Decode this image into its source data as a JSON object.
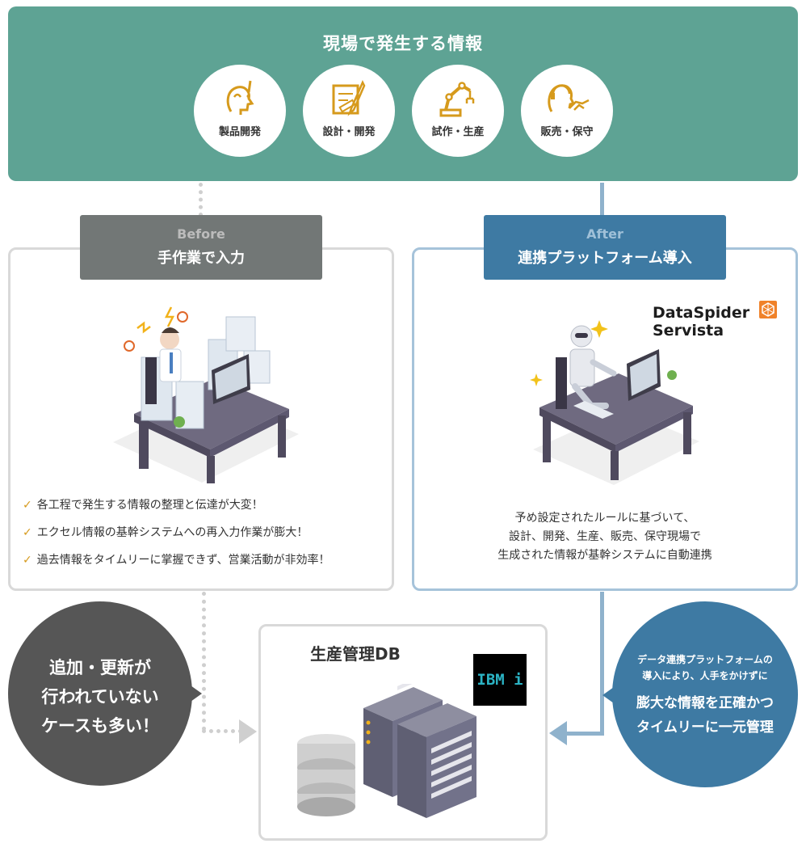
{
  "top": {
    "title": "現場で発生する情報",
    "categories": [
      {
        "label": "製品開発",
        "icon": "idea-head-icon"
      },
      {
        "label": "設計・開発",
        "icon": "blueprint-icon"
      },
      {
        "label": "試作・生産",
        "icon": "robot-arm-icon"
      },
      {
        "label": "販売・保守",
        "icon": "handshake-support-icon"
      }
    ]
  },
  "before": {
    "tag_sub": "Before",
    "tag_main": "手作業で入力",
    "points": [
      "各工程で発生する情報の整理と伝達が大変！",
      "エクセル情報の基幹システムへの再入力作業が膨大！",
      "過去情報をタイムリーに掌握できず、営業活動が非効率！"
    ]
  },
  "after": {
    "tag_sub": "After",
    "tag_main": "連携プラットフォーム導入",
    "logo_line1": "DataSpider",
    "logo_line2": "Servista",
    "description": [
      "予め設定されたルールに基づいて、",
      "設計、開発、生産、販売、保守現場で",
      "生成された情報が基幹システムに自動連携"
    ]
  },
  "db": {
    "title": "生産管理DB",
    "ibm_logo": "IBM i"
  },
  "left_bubble": {
    "lines": [
      "追加・更新が",
      "行われていない",
      "ケースも多い！"
    ]
  },
  "right_bubble": {
    "sub_lines": [
      "データ連携プラットフォームの",
      "導入により、人手をかけずに"
    ],
    "main_lines": [
      "膨大な情報を正確かつ",
      "タイムリーに一元管理"
    ]
  },
  "colors": {
    "top_banner": "#5ea394",
    "before_tag": "#727776",
    "after_tag": "#3e7aa3",
    "check": "#d69a1c",
    "left_bubble": "#565656",
    "right_bubble": "#3e7aa3"
  }
}
